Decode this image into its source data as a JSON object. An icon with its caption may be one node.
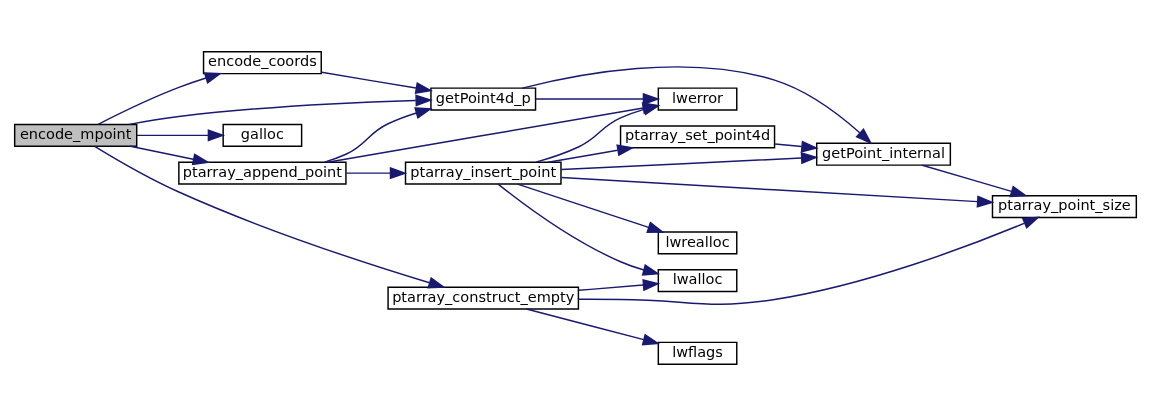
{
  "diagram": {
    "nodes": [
      {
        "text": [
          "encode_mpoint"
        ]
      },
      {
        "text": [
          "encode_coords"
        ]
      },
      {
        "text": [
          "getPoint4d_p"
        ]
      },
      {
        "text": [
          "galloc"
        ]
      },
      {
        "text": [
          "ptarray_append_point"
        ]
      },
      {
        "text": [
          "lwerror"
        ]
      },
      {
        "text": [
          "ptarray_insert_point"
        ]
      },
      {
        "text": [
          "ptarray_set_point4d"
        ]
      },
      {
        "text": [
          "getPoint_internal"
        ]
      },
      {
        "text": [
          "ptarray_point_size"
        ]
      },
      {
        "text": [
          "lwrealloc"
        ]
      },
      {
        "text": [
          "lwalloc"
        ]
      },
      {
        "text": [
          "ptarray_construct_empty"
        ]
      },
      {
        "text": [
          "lwflags"
        ]
      }
    ],
    "edges": [
      {
        "from": 0,
        "to": 1,
        "arrow": "to"
      },
      {
        "from": 0,
        "to": 2,
        "arrow": "to"
      },
      {
        "from": 0,
        "to": 3,
        "arrow": "to"
      },
      {
        "from": 0,
        "to": 4,
        "arrow": "to"
      },
      {
        "from": 0,
        "to": 12,
        "arrow": "to"
      },
      {
        "from": 1,
        "to": 2,
        "arrow": "to"
      },
      {
        "from": 2,
        "to": 5,
        "arrow": "to"
      },
      {
        "from": 2,
        "to": 8,
        "arrow": "to"
      },
      {
        "from": 4,
        "to": 2,
        "arrow": "to"
      },
      {
        "from": 4,
        "to": 5,
        "arrow": "to"
      },
      {
        "from": 4,
        "to": 6,
        "arrow": "to"
      },
      {
        "from": 6,
        "to": 5,
        "arrow": "to"
      },
      {
        "from": 6,
        "to": 7,
        "arrow": "to"
      },
      {
        "from": 6,
        "to": 8,
        "arrow": "to"
      },
      {
        "from": 6,
        "to": 9,
        "arrow": "to"
      },
      {
        "from": 6,
        "to": 10,
        "arrow": "to"
      },
      {
        "from": 6,
        "to": 11,
        "arrow": "to"
      },
      {
        "from": 7,
        "to": 8,
        "arrow": "to"
      },
      {
        "from": 8,
        "to": 9,
        "arrow": "to"
      },
      {
        "from": 12,
        "to": 11,
        "arrow": "to"
      },
      {
        "from": 12,
        "to": 13,
        "arrow": "to"
      },
      {
        "from": 12,
        "to": 9,
        "arrow": "to"
      }
    ]
  }
}
